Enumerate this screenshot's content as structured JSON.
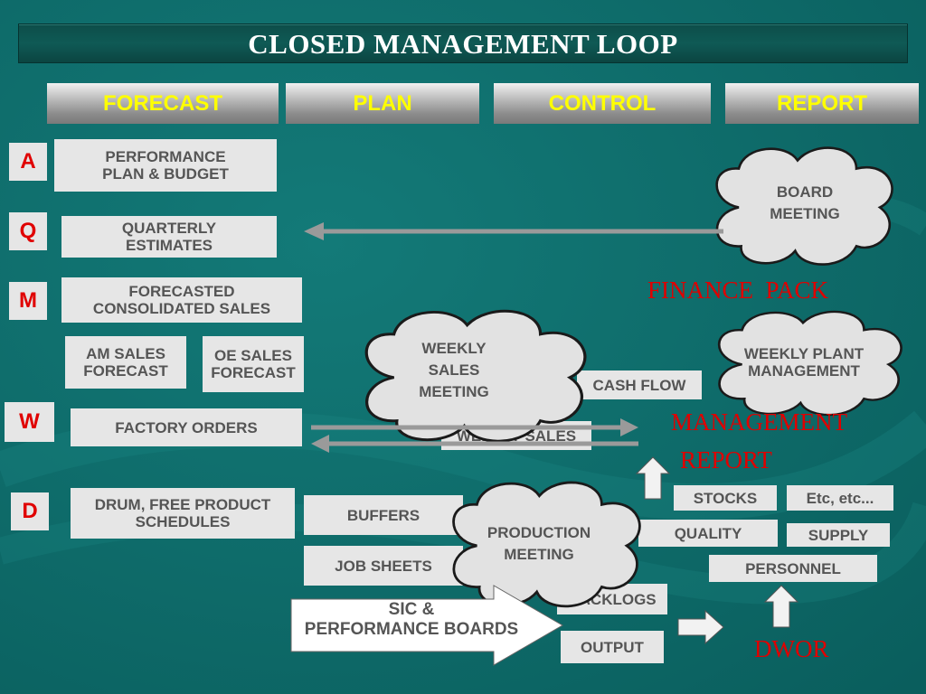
{
  "title": "CLOSED MANAGEMENT LOOP",
  "phases": [
    "FORECAST",
    "PLAN",
    "CONTROL",
    "REPORT"
  ],
  "levels": {
    "a": "A",
    "q": "Q",
    "m": "M",
    "w": "W",
    "d": "D"
  },
  "boxes": {
    "performance_plan": [
      "PERFORMANCE",
      "PLAN & BUDGET"
    ],
    "quarterly_estimates": [
      "QUARTERLY",
      "ESTIMATES"
    ],
    "forecasted_sales": [
      "FORECASTED",
      "CONSOLIDATED SALES"
    ],
    "am_sales": [
      "AM SALES",
      "FORECAST"
    ],
    "oe_sales": [
      "OE SALES",
      "FORECAST"
    ],
    "factory_orders": "FACTORY ORDERS",
    "drum_schedules": [
      "DRUM, FREE PRODUCT",
      "SCHEDULES"
    ],
    "buffers": "BUFFERS",
    "job_sheets": "JOB SHEETS",
    "cash_flow": "CASH FLOW",
    "weekly_sales": "WEEKLY SALES",
    "stocks": "STOCKS",
    "etc": "Etc, etc...",
    "quality": "QUALITY",
    "supply": "SUPPLY",
    "personnel": "PERSONNEL",
    "backlogs": "BACKLOGS",
    "output": "OUTPUT"
  },
  "clouds": {
    "board_meeting": [
      "BOARD",
      "MEETING"
    ],
    "weekly_sales_meeting": [
      "WEEKLY",
      "SALES",
      "MEETING"
    ],
    "weekly_plant_management": [
      "WEEKLY PLANT",
      "MANAGEMENT"
    ],
    "production_meeting": [
      "PRODUCTION",
      "MEETING"
    ]
  },
  "red_labels": {
    "finance_pack": "FINANCE  PACK",
    "management_report_1": "MANAGEMENT",
    "management_report_2": "REPORT",
    "dwor": "DWOR"
  },
  "sic": [
    "SIC &",
    "PERFORMANCE BOARDS"
  ],
  "colors": {
    "background": "#0e6b6a",
    "phase_text": "#ffff00",
    "red_text": "#e00000",
    "box_text": "#555555"
  }
}
